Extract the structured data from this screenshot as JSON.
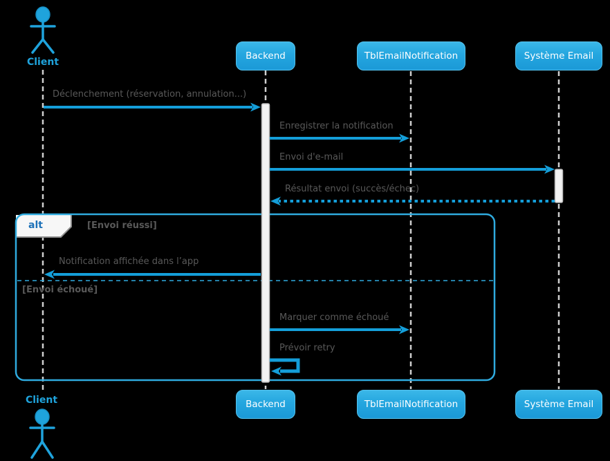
{
  "diagram": {
    "type": "uml-sequence",
    "colors": {
      "background": "#000000",
      "participant_fill_top": "#3bb7e8",
      "participant_fill_bottom": "#1b99d7",
      "arrow_blue": "#149ed9",
      "frame_blue": "#2fabdf",
      "message_text_gray": "#595959",
      "actor_blue": "#1fa3dc",
      "alt_operator_blue": "#1c71b8",
      "lifeline_gray": "#cfcfcf"
    },
    "actor": {
      "name_top": "Client",
      "name_bottom": "Client"
    },
    "participants": {
      "backend": {
        "label_top": "Backend",
        "label_bottom": "Backend"
      },
      "tbl_email": {
        "label_top": "TblEmailNotification",
        "label_bottom": "TblEmailNotification"
      },
      "systeme_email": {
        "label_top": "Système Email",
        "label_bottom": "Système Email"
      }
    },
    "messages": [
      {
        "label": "Déclenchement (réservation, annulation...)",
        "from": "Client",
        "to": "Backend",
        "style": "solid"
      },
      {
        "label": "Enregistrer la notification",
        "from": "Backend",
        "to": "TblEmailNotification",
        "style": "solid"
      },
      {
        "label": "Envoi d'e-mail",
        "from": "Backend",
        "to": "Système Email",
        "style": "solid"
      },
      {
        "label": "Résultat envoi (succès/échec)",
        "from": "Système Email",
        "to": "Backend",
        "style": "dotted-return"
      },
      {
        "label": "Notification affichée dans l’app",
        "from": "Backend",
        "to": "Client",
        "style": "solid"
      },
      {
        "label": "Marquer comme échoué",
        "from": "Backend",
        "to": "TblEmailNotification",
        "style": "solid"
      },
      {
        "label": "Prévoir retry",
        "from": "Backend",
        "to": "Backend",
        "style": "self"
      }
    ],
    "alt_frame": {
      "operator": "alt",
      "guard_success": "[Envoi réussi]",
      "guard_failure": "[Envoi échoué]"
    }
  }
}
